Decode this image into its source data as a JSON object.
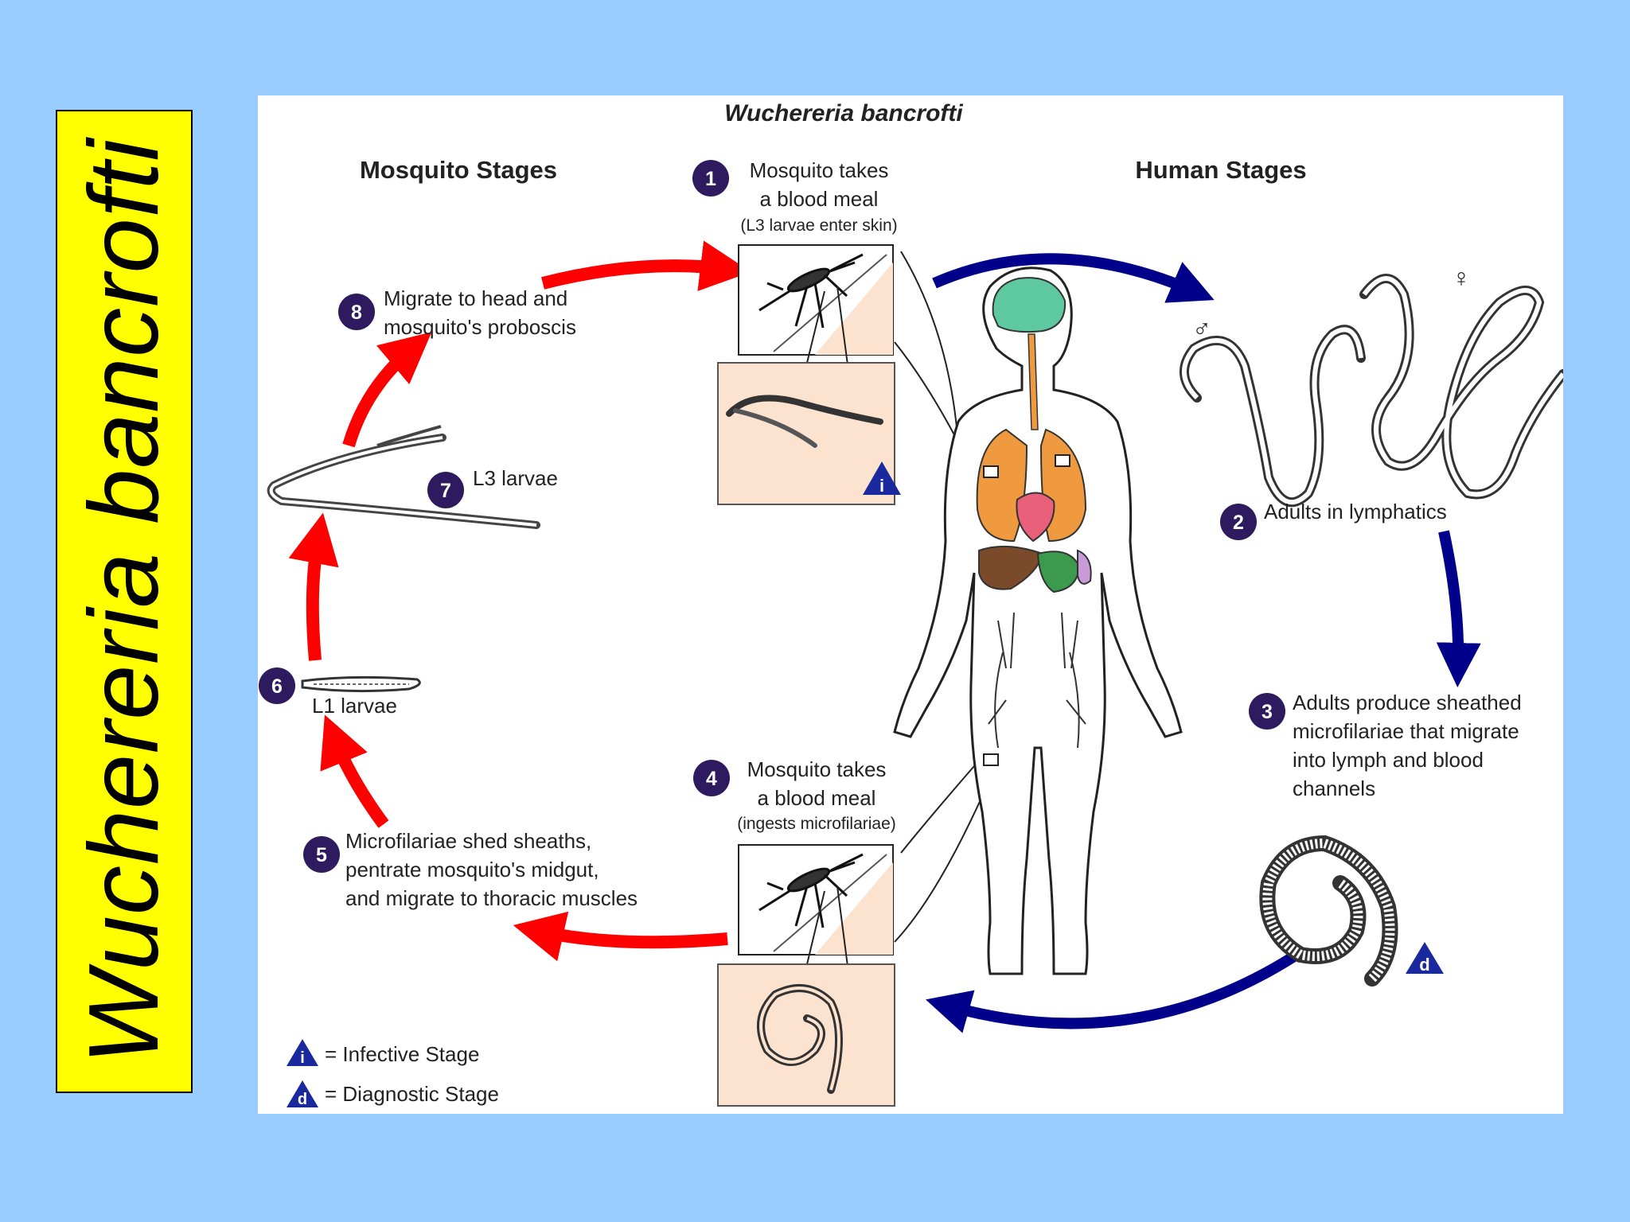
{
  "side_title": "Wuchereria bancrofti",
  "diagram": {
    "title": "Wuchereria bancrofti",
    "mosquito_header": "Mosquito Stages",
    "human_header": "Human Stages",
    "steps": [
      {
        "num": "1",
        "lines": [
          "Mosquito takes",
          "a blood meal"
        ],
        "note": "(L3 larvae enter skin)"
      },
      {
        "num": "2",
        "lines": [
          "Adults in lymphatics"
        ]
      },
      {
        "num": "3",
        "lines": [
          "Adults produce sheathed",
          "microfilariae that migrate",
          "into lymph and blood",
          "channels"
        ]
      },
      {
        "num": "4",
        "lines": [
          "Mosquito takes",
          "a blood meal"
        ],
        "note": "(ingests microfilariae)"
      },
      {
        "num": "5",
        "lines": [
          "Microfilariae shed sheaths,",
          "pentrate mosquito's midgut,",
          "and migrate to thoracic muscles"
        ]
      },
      {
        "num": "6",
        "lines": [
          "L1 larvae"
        ]
      },
      {
        "num": "7",
        "lines": [
          "L3 larvae"
        ]
      },
      {
        "num": "8",
        "lines": [
          "Migrate to head and",
          "mosquito's proboscis"
        ]
      }
    ],
    "stage_marks": {
      "infective": "i",
      "diagnostic": "d"
    },
    "legend": [
      {
        "mark": "i",
        "text": "= Infective Stage"
      },
      {
        "mark": "d",
        "text": "= Diagnostic Stage"
      }
    ],
    "sex_symbols": {
      "male": "♂",
      "female": "♀"
    },
    "colors": {
      "mosquito_arrow": "#ff0000",
      "human_arrow": "#00008b",
      "step_circle": "#2e1a5e",
      "inset_bg": "#fbe3cf"
    }
  }
}
